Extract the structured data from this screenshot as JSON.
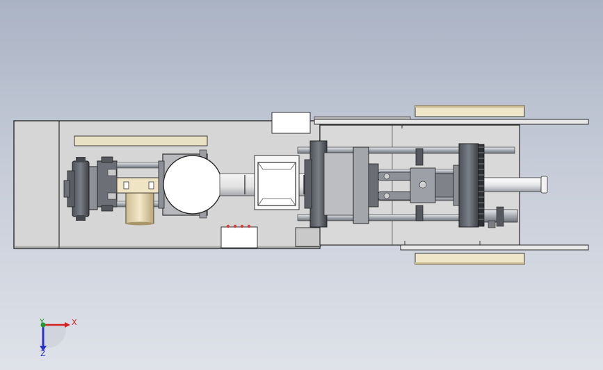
{
  "viewport": {
    "background_top": "#aab3c4",
    "background_bottom": "#dfe2e9"
  },
  "triad": {
    "x_label": "X",
    "y_label": "Y",
    "z_label": "Z",
    "x_color": "#d62020",
    "y_color": "#1f9a2a",
    "z_color": "#2632c8"
  },
  "model": {
    "icons": [
      "gear-icon",
      "motor-icon",
      "piston-rod-icon",
      "toggle-linkage-icon"
    ]
  }
}
